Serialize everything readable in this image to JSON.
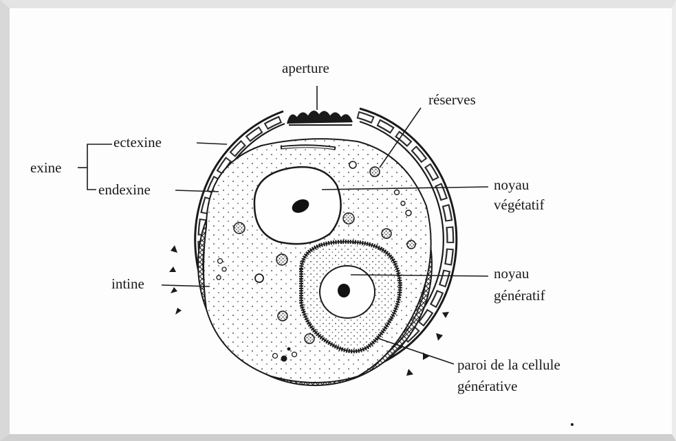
{
  "labels": {
    "aperture": "aperture",
    "reserves": "réserves",
    "ectexine": "ectexine",
    "exine": "exine",
    "endexine": "endexine",
    "noyau_vegetatif_1": "noyau",
    "noyau_vegetatif_2": "végétatif",
    "noyau_generatif_1": "noyau",
    "noyau_generatif_2": "génératif",
    "intine": "intine",
    "paroi_1": "paroi de la cellule",
    "paroi_2": "générative"
  },
  "colors": {
    "ink": "#1a1a1a",
    "background": "#fdfdfd",
    "frame": "#d8d8d8"
  }
}
